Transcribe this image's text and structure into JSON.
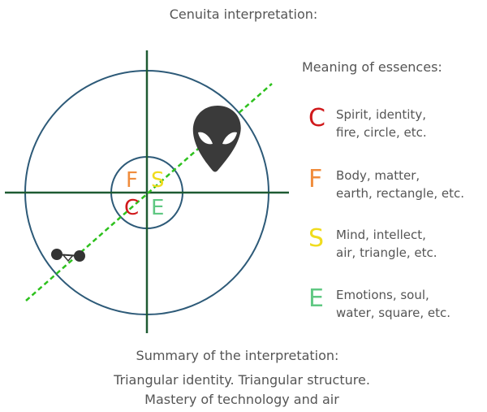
{
  "title": "Cenuita interpretation:",
  "center_letters": {
    "f": "F",
    "s": "S",
    "c": "C",
    "e": "E"
  },
  "legend": {
    "heading": "Meaning of essences:",
    "items": [
      {
        "letter": "C",
        "color": "#d0191b",
        "line1": "Spirit, identity,",
        "line2": "fire, circle, etc."
      },
      {
        "letter": "F",
        "color": "#f08c3c",
        "line1": "Body, matter,",
        "line2": "earth, rectangle, etc."
      },
      {
        "letter": "S",
        "color": "#f0dc1e",
        "line1": "Mind, intellect,",
        "line2": "air, triangle, etc."
      },
      {
        "letter": "E",
        "color": "#5fc882",
        "line1": "Emotions, soul,",
        "line2": "water, square, etc."
      }
    ]
  },
  "summary": {
    "heading": "Summary of the interpretation:",
    "line1": "Triangular identity. Triangular structure.",
    "line2": "Mastery of technology and air"
  },
  "colors": {
    "circle": "#2d5a78",
    "axes": "#1e5a32",
    "diagonal": "#2ec11e",
    "alien": "#3a3a3a",
    "text": "#555555"
  },
  "icons": [
    "alien-head-icon",
    "molecule-icon"
  ]
}
